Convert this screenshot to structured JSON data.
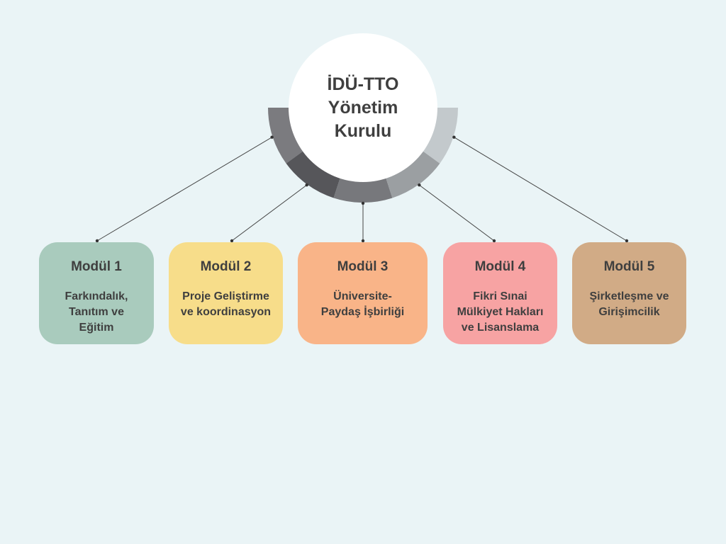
{
  "center": {
    "title": "İDÜ-TTO\nYönetim\nKurulu"
  },
  "ring_colors": [
    "#7b7b7f",
    "#56565a",
    "#77787c",
    "#9b9fa2",
    "#c3c9cc"
  ],
  "modules": [
    {
      "title": "Modül 1",
      "desc": "Farkındalık,\nTanıtım ve\nEğitim",
      "color": "#a9cbbd"
    },
    {
      "title": "Modül 2",
      "desc": "Proje Geliştirme\nve koordinasyon",
      "color": "#f7dd8a"
    },
    {
      "title": "Modül 3",
      "desc": "Üniversite-\nPaydaş İşbirliği",
      "color": "#f9b488"
    },
    {
      "title": "Modül 4",
      "desc": "Fikri Sınai\nMülkiyet Hakları\nve Lisanslama",
      "color": "#f7a3a3"
    },
    {
      "title": "Modül 5",
      "desc": "Şirketleşme ve\nGirişimcilik",
      "color": "#d1ab86"
    }
  ]
}
